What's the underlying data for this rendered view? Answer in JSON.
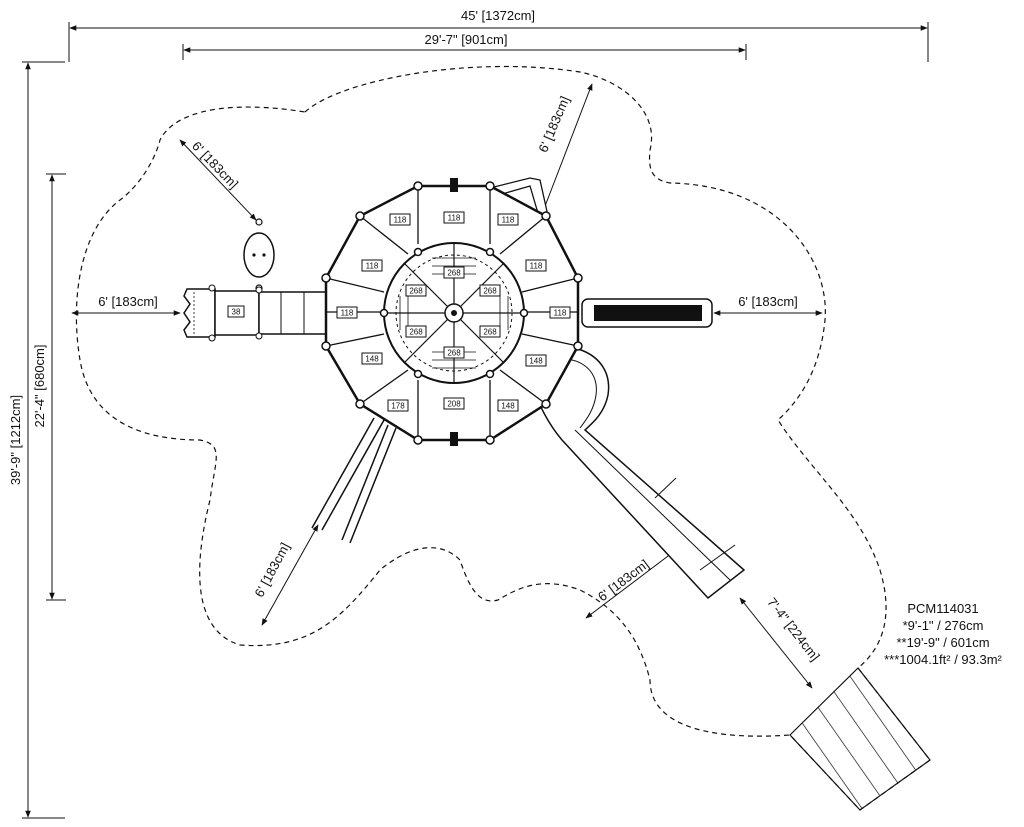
{
  "dimensions": {
    "overall_width": "45' [1372cm]",
    "structure_width": "29'-7\" [901cm]",
    "overall_height": "39'-9\" [1212cm]",
    "structure_height": "22'-4\" [680cm]",
    "clearance_top_left": "6' [183cm]",
    "clearance_top_right": "6' [183cm]",
    "clearance_left": "6' [183cm]",
    "clearance_right": "6' [183cm]",
    "clearance_bottom_left": "6' [183cm]",
    "clearance_bottom_mid": "6' [183cm]",
    "slide_exit": "7'-4\" [224cm]"
  },
  "legend": {
    "model": "PCM114031",
    "height": "*9'-1\" / 276cm",
    "length": "**19'-9\" / 601cm",
    "area": "***1004.1ft² / 93.3m²"
  },
  "deck_labels": {
    "top_left": "118",
    "top_center": "118",
    "top_right": "118",
    "upper_left": "118",
    "upper_right": "118",
    "mid_left": "118",
    "mid_right": "118",
    "lower_left": "148",
    "lower_right": "148",
    "bottom_left": "178",
    "bottom_center": "208",
    "bottom_right": "148",
    "bridge": "38",
    "hub_top": "268",
    "hub_upper_left": "268",
    "hub_upper_right": "268",
    "hub_lower_left": "268",
    "hub_lower_right": "268",
    "hub_bottom": "268"
  }
}
